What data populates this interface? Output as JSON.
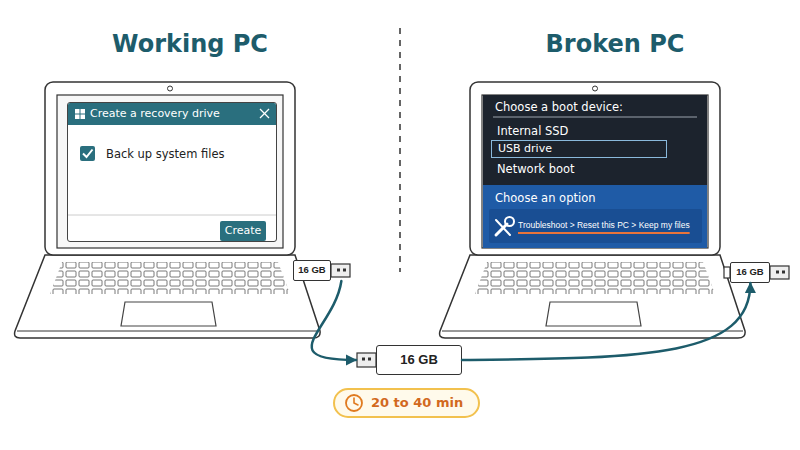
{
  "diagram": {
    "nodes": [
      {
        "text": [
          "Create a recovery drive",
          "Back up system files"
        ]
      },
      {
        "text": [
          "Create"
        ],
        "in": 0
      },
      {
        "text": [
          "16 GB"
        ]
      },
      {
        "text": [
          "Choose a boot device:",
          "Internal SSD",
          "Network boot"
        ]
      },
      {
        "text": [
          "USB drive"
        ],
        "in": 3
      },
      {
        "text": [
          "Choose an option",
          "Troubleshoot > Reset this PC > Keep my files"
        ]
      },
      {
        "text": [
          "16 GB"
        ]
      },
      {
        "text": [
          "16 GB"
        ]
      },
      {
        "text": [
          "20 to 40 min"
        ]
      }
    ],
    "edges": [
      {
        "from": 2,
        "to": 7,
        "arrow": "to"
      },
      {
        "from": 7,
        "to": 6,
        "arrow": "to"
      }
    ],
    "labels": [
      "Working PC",
      "Broken PC"
    ]
  }
}
